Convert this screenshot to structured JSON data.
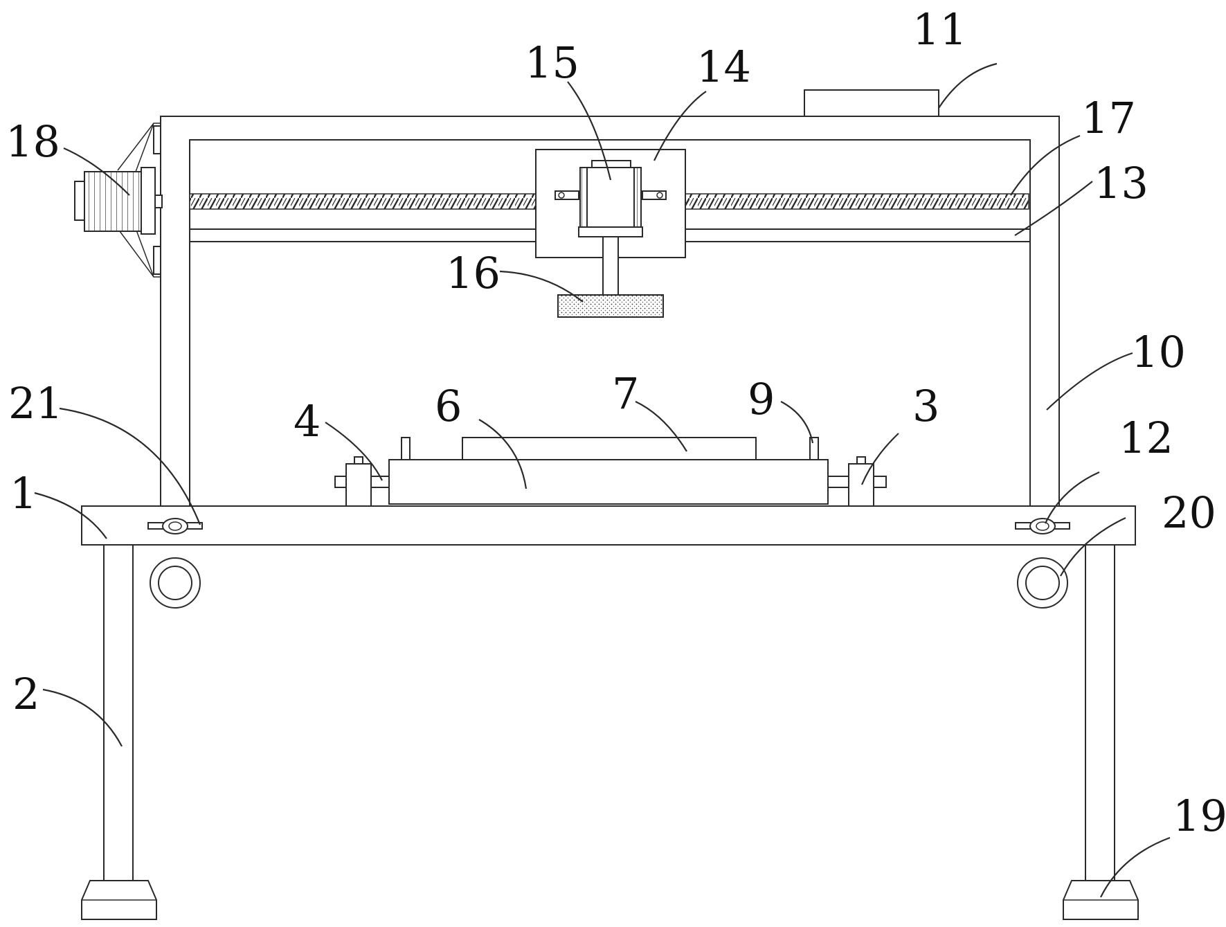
{
  "figure": {
    "type": "mechanical-drawing",
    "labels": {
      "l1": "1",
      "l2": "2",
      "l3": "3",
      "l4": "4",
      "l6": "6",
      "l7": "7",
      "l9": "9",
      "l10": "10",
      "l11": "11",
      "l12": "12",
      "l13": "13",
      "l14": "14",
      "l15": "15",
      "l16": "16",
      "l17": "17",
      "l18": "18",
      "l19": "19",
      "l20": "20",
      "l21": "21"
    }
  }
}
